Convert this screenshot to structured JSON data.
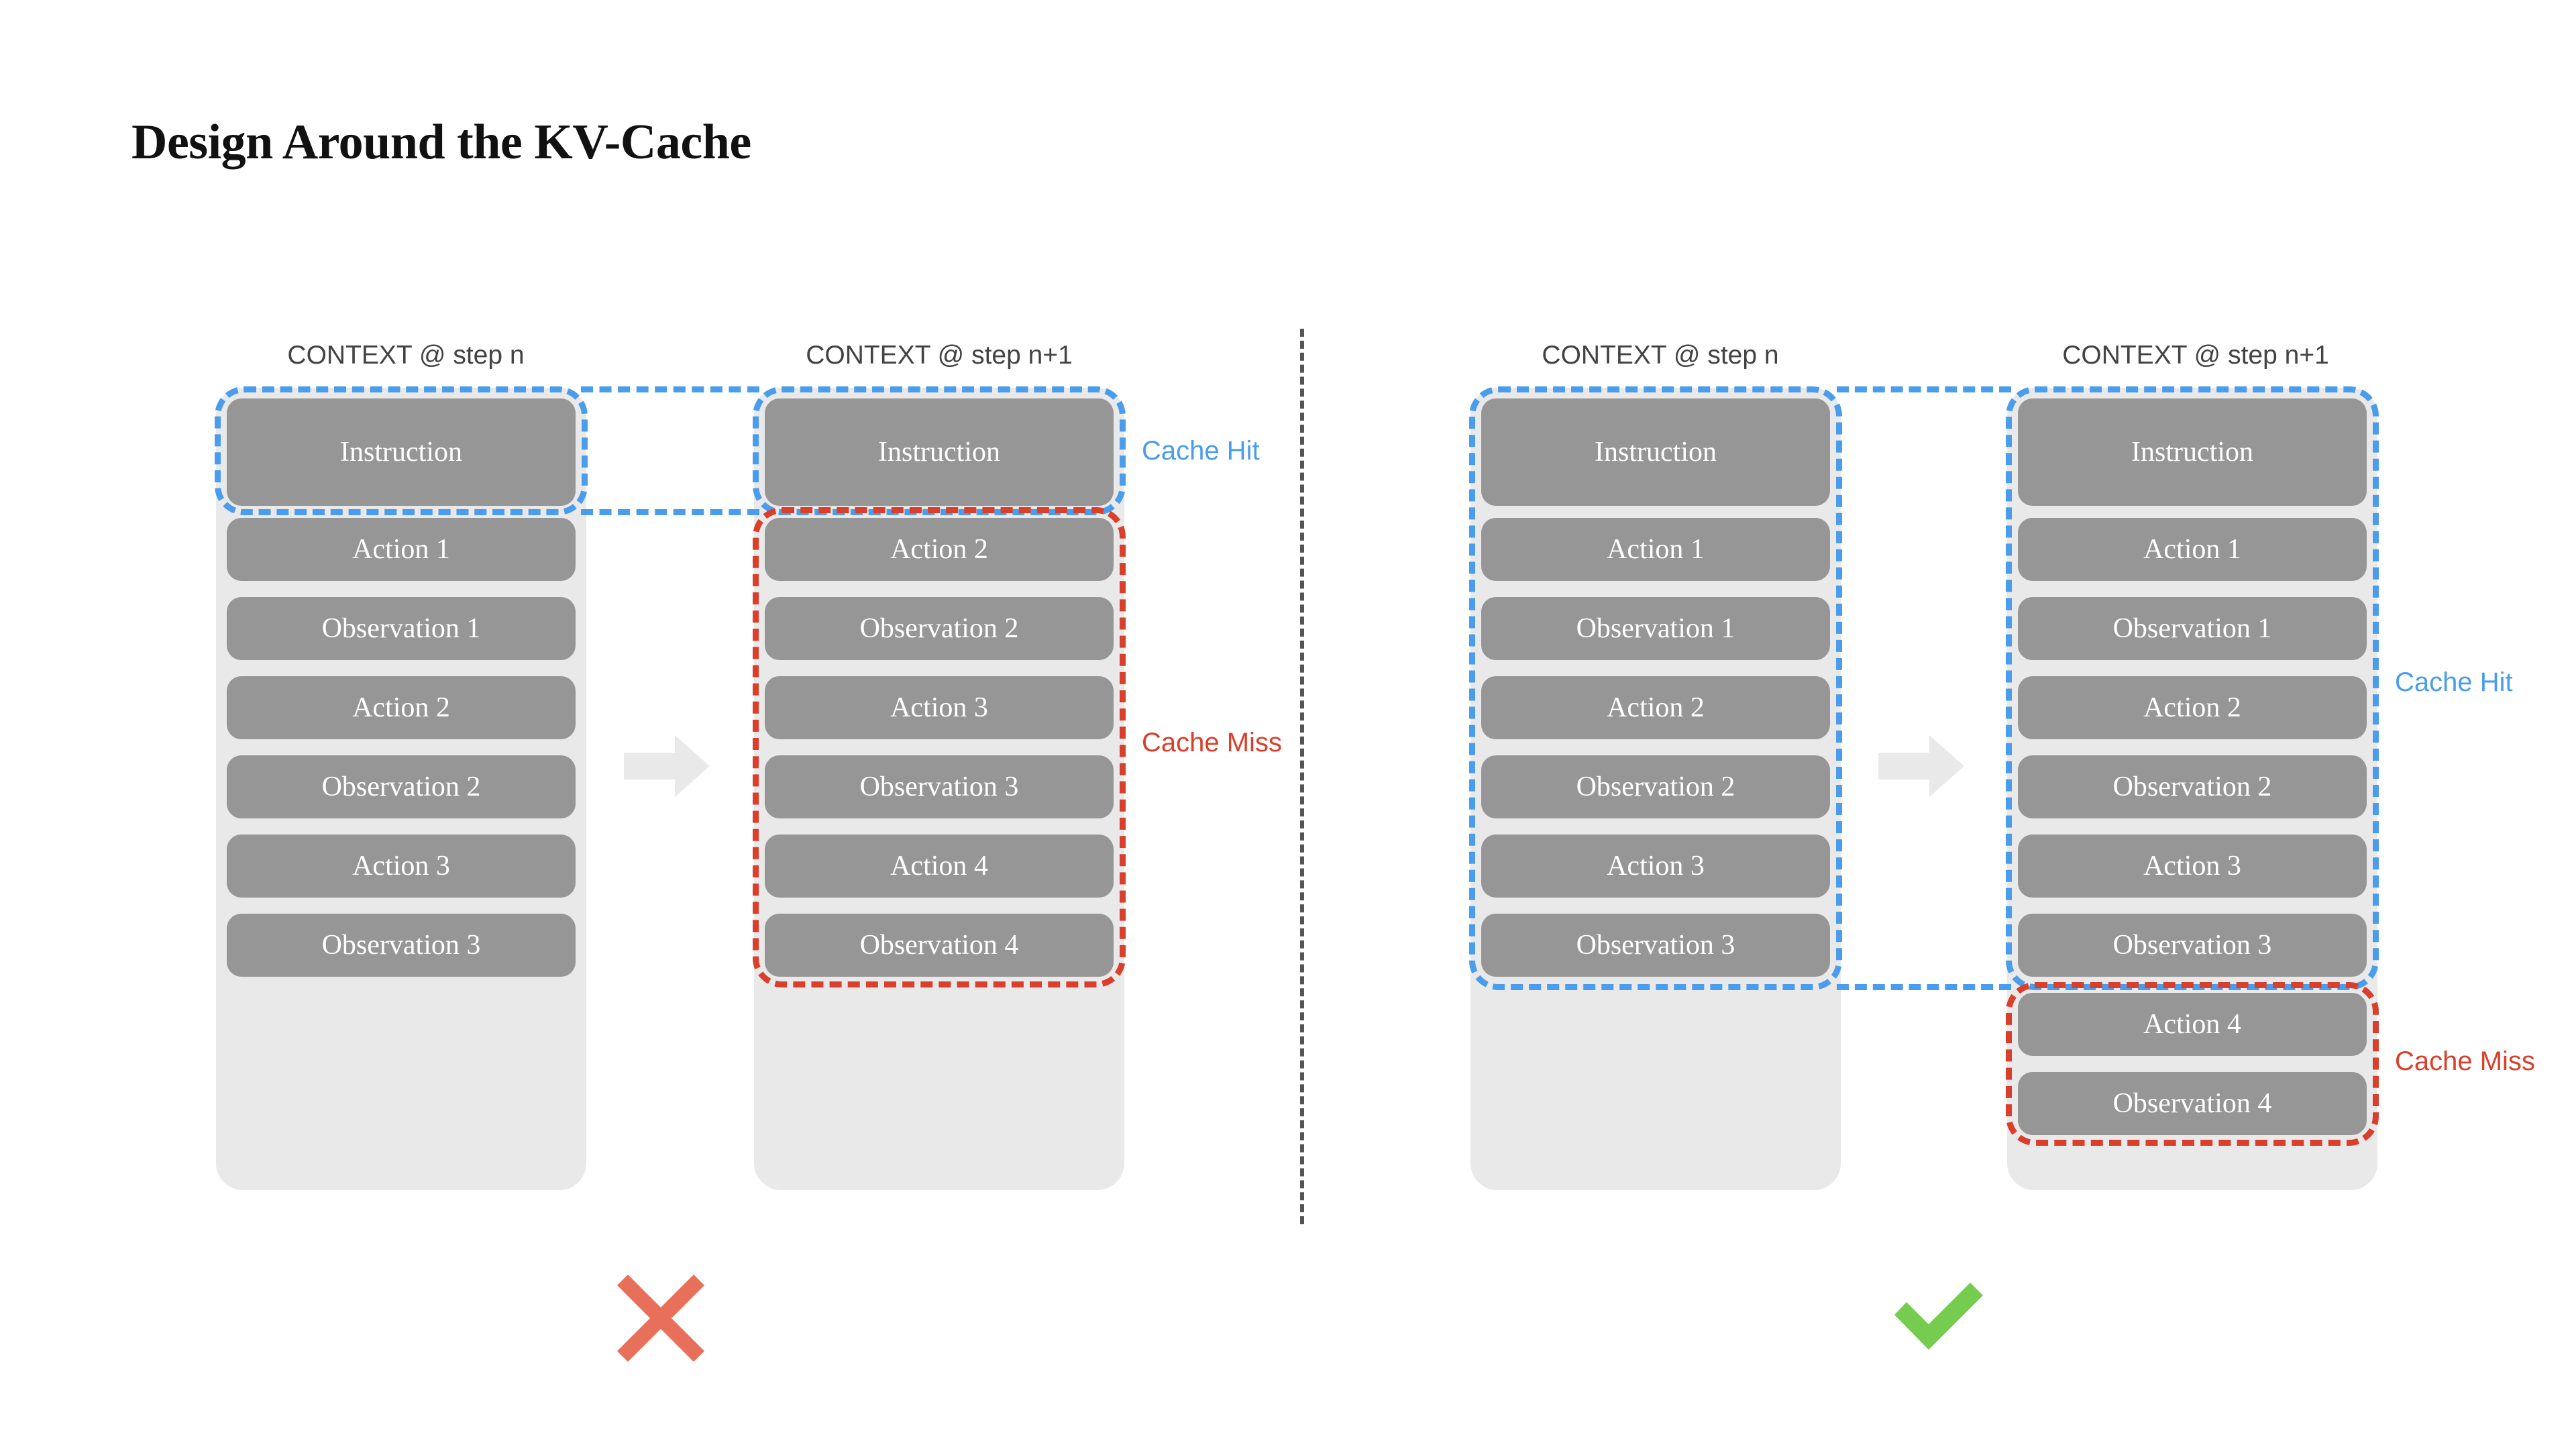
{
  "title": "Design Around the KV-Cache",
  "colors": {
    "cache_hit": "#4a9ced",
    "cache_miss": "#d93f2a",
    "item_fill": "#969696",
    "stack_fill": "#e9e9e9",
    "cross_mark": "#e8705a",
    "check_mark": "#76cc4e",
    "divider": "#555555",
    "arrow": "#e9e9e9",
    "header_text": "#434343",
    "title_text": "#111111"
  },
  "labels": {
    "cache_hit": "Cache Hit",
    "cache_miss": "Cache Miss",
    "step_n": "CONTEXT @ step n",
    "step_n1": "CONTEXT @ step n+1"
  },
  "icons": {
    "arrow": "right-block-arrow-icon",
    "cross": "cross-mark-icon",
    "check": "check-mark-icon",
    "divider": "vertical-dashed-divider-icon"
  },
  "panels": [
    {
      "id": "bad",
      "verdict": "cross",
      "columns": [
        {
          "id": "bad-step-n",
          "header": "CONTEXT @ step n",
          "items": [
            "Instruction",
            "Action 1",
            "Observation 1",
            "Action 2",
            "Observation 2",
            "Action 3",
            "Observation 3"
          ]
        },
        {
          "id": "bad-step-n1",
          "header": "CONTEXT @ step n+1",
          "items": [
            "Instruction",
            "Action 2",
            "Observation 2",
            "Action 3",
            "Observation 3",
            "Action 4",
            "Observation 4"
          ]
        }
      ],
      "regions": [
        {
          "kind": "hit",
          "label": "Cache Hit",
          "covers": "Instruction only (both columns)"
        },
        {
          "kind": "miss",
          "label": "Cache Miss",
          "covers": "Action 2 through Observation 4 (step n+1)"
        }
      ]
    },
    {
      "id": "good",
      "verdict": "check",
      "columns": [
        {
          "id": "good-step-n",
          "header": "CONTEXT @ step n",
          "items": [
            "Instruction",
            "Action 1",
            "Observation 1",
            "Action 2",
            "Observation 2",
            "Action 3",
            "Observation 3"
          ]
        },
        {
          "id": "good-step-n1",
          "header": "CONTEXT @ step n+1",
          "items": [
            "Instruction",
            "Action 1",
            "Observation 1",
            "Action 2",
            "Observation 2",
            "Action 3",
            "Observation 3",
            "Action 4",
            "Observation 4"
          ]
        }
      ],
      "regions": [
        {
          "kind": "hit",
          "label": "Cache Hit",
          "covers": "Instruction through Observation 3 (both columns)"
        },
        {
          "kind": "miss",
          "label": "Cache Miss",
          "covers": "Action 4 and Observation 4 (step n+1)"
        }
      ]
    }
  ]
}
